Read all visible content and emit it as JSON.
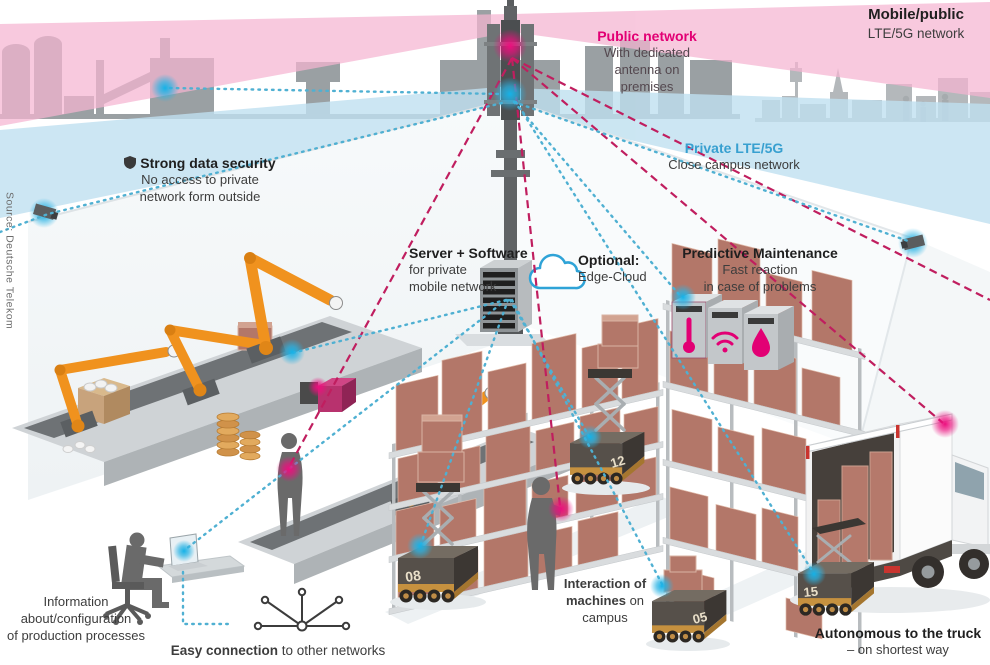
{
  "source_credit": "Source: Deutsche Telekom",
  "labels": {
    "public_network": {
      "title": "Public network",
      "line1": "With dedicated",
      "line2": "antenna on",
      "line3": "premises"
    },
    "mobile_public": {
      "line1": "Mobile/public",
      "line2": "LTE/5G network"
    },
    "private_lte": {
      "title": "Private LTE/5G",
      "subtitle": "Close campus network"
    },
    "data_security": {
      "title": "Strong data security",
      "line1": "No access to private",
      "line2": "network form outside"
    },
    "server_software": {
      "title": "Server + Software",
      "line1": "for private",
      "line2": "mobile network"
    },
    "edge_cloud": {
      "title": "Optional:",
      "subtitle": "Edge-Cloud"
    },
    "predictive_maintenance": {
      "title": "Predictive Maintenance",
      "line1": "Fast reaction",
      "line2": "in case of problems"
    },
    "information": {
      "line1": "Information",
      "line2": "about/configuration",
      "line3": "of production processes"
    },
    "easy_connection": {
      "bold": "Easy connection",
      "rest": " to other networks"
    },
    "interaction": {
      "line1_bold": "Interaction of",
      "line2_bold": "machines",
      "line2_rest": " on",
      "line3": "campus"
    },
    "autonomous": {
      "title": "Autonomous to the truck",
      "subtitle": "– on shortest way"
    }
  },
  "agv_numbers": {
    "warehouse_left": "08",
    "warehouse_right": "12",
    "campus": "05",
    "truck_loader": "15"
  },
  "colors": {
    "telekom_magenta": "#e20074",
    "private_blue": "#38a0d0",
    "dashed_public_line": "#c01e5f",
    "dotted_private_line": "#4fb0d2",
    "robot_orange": "#f0921e",
    "box_brick": "#b37769",
    "text_dark": "#3d3d3d"
  }
}
